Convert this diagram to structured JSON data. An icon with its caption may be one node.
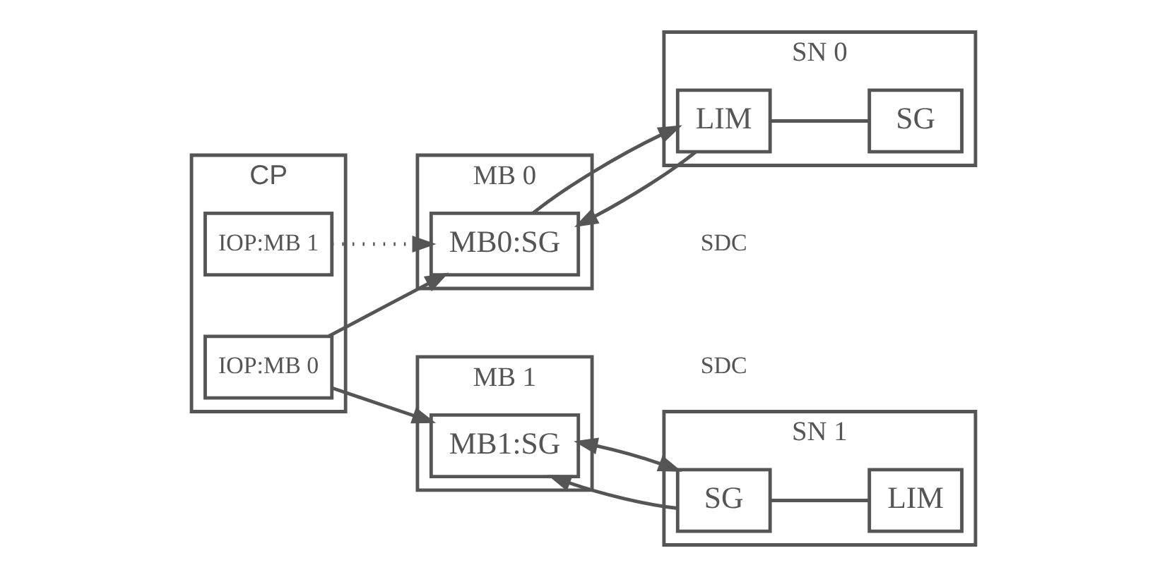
{
  "diagram": {
    "nodes": [
      {
        "text": [
          "CP"
        ]
      },
      {
        "text": [
          "IOP:MB 0"
        ],
        "in": 0
      },
      {
        "text": [
          "IOP:MB 1"
        ],
        "in": 0
      },
      {
        "text": [
          "MB 0"
        ]
      },
      {
        "text": [
          "MB0:SG"
        ],
        "in": 3
      },
      {
        "text": [
          "SN 0"
        ]
      },
      {
        "text": [
          "LIM"
        ],
        "in": 5
      },
      {
        "text": [
          "SG"
        ],
        "in": 5
      },
      {
        "text": [
          "MB 1"
        ]
      },
      {
        "text": [
          "MB1:SG"
        ],
        "in": 8
      },
      {
        "text": [
          "SN 1"
        ]
      },
      {
        "text": [
          "SG"
        ],
        "in": 10
      },
      {
        "text": [
          "LIM"
        ],
        "in": 10
      }
    ],
    "edges": [
      {
        "from": 1,
        "to": 4,
        "arrow": "to"
      },
      {
        "from": 1,
        "to": 9,
        "arrow": "to"
      },
      {
        "from": 2,
        "to": 4,
        "arrow": "to",
        "style": "dashed"
      },
      {
        "from": 6,
        "to": 4,
        "arrow": "to"
      },
      {
        "from": 4,
        "to": 6,
        "arrow": "to"
      },
      {
        "from": 6,
        "to": 7,
        "arrow": "none"
      },
      {
        "from": 11,
        "to": 9,
        "arrow": "to"
      },
      {
        "from": 9,
        "to": 11,
        "arrow": "both"
      },
      {
        "from": 11,
        "to": 12,
        "arrow": "none"
      }
    ],
    "labels": [
      "SDC",
      "SDC"
    ]
  }
}
